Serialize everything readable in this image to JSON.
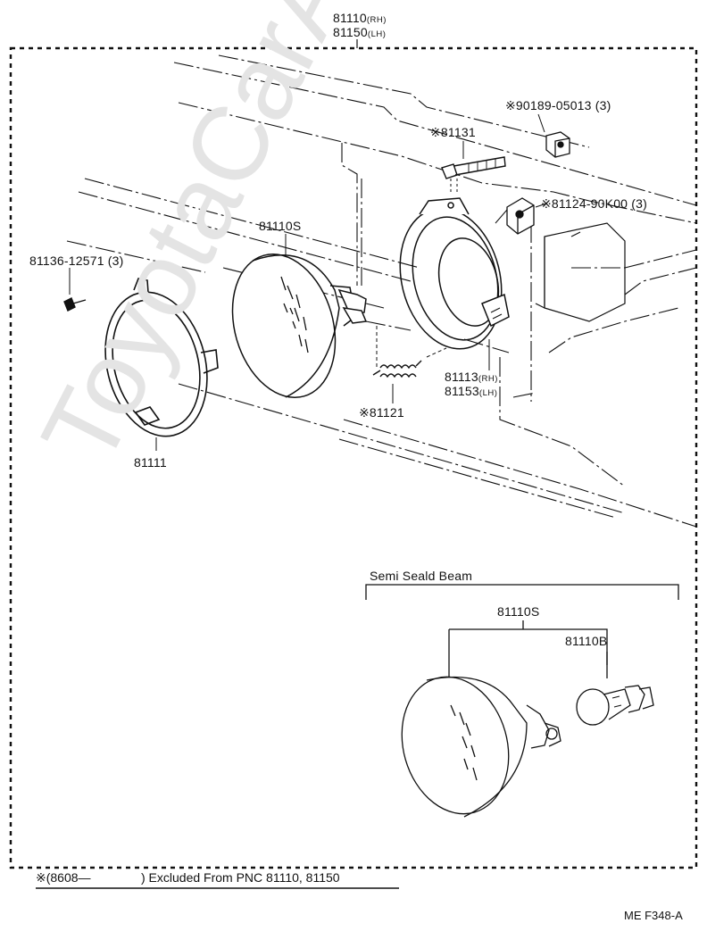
{
  "watermark": "ToyotaCarAu.ru",
  "labels": {
    "top_rh": "81110",
    "top_rh_suffix": "(RH)",
    "top_lh": "81150",
    "top_lh_suffix": "(LH)",
    "clip": "※90189-05013 (3)",
    "bolt": "※81131",
    "nut": "※81124-90K00 (3)",
    "screw": "81136-12571 (3)",
    "headlamp": "81110S",
    "housing_rh": "81113",
    "housing_rh_suffix": "(RH)",
    "housing_lh": "81153",
    "housing_lh_suffix": "(LH)",
    "spring": "※81121",
    "retaining_ring": "81111",
    "semi_title": "Semi Seald Beam",
    "semi_headlamp": "81110S",
    "semi_bulb": "81110B"
  },
  "footer": {
    "note_prefix": "※(8608—",
    "note_suffix": ") Excluded From PNC 81110, 81150",
    "code": "ME  F348-A"
  }
}
